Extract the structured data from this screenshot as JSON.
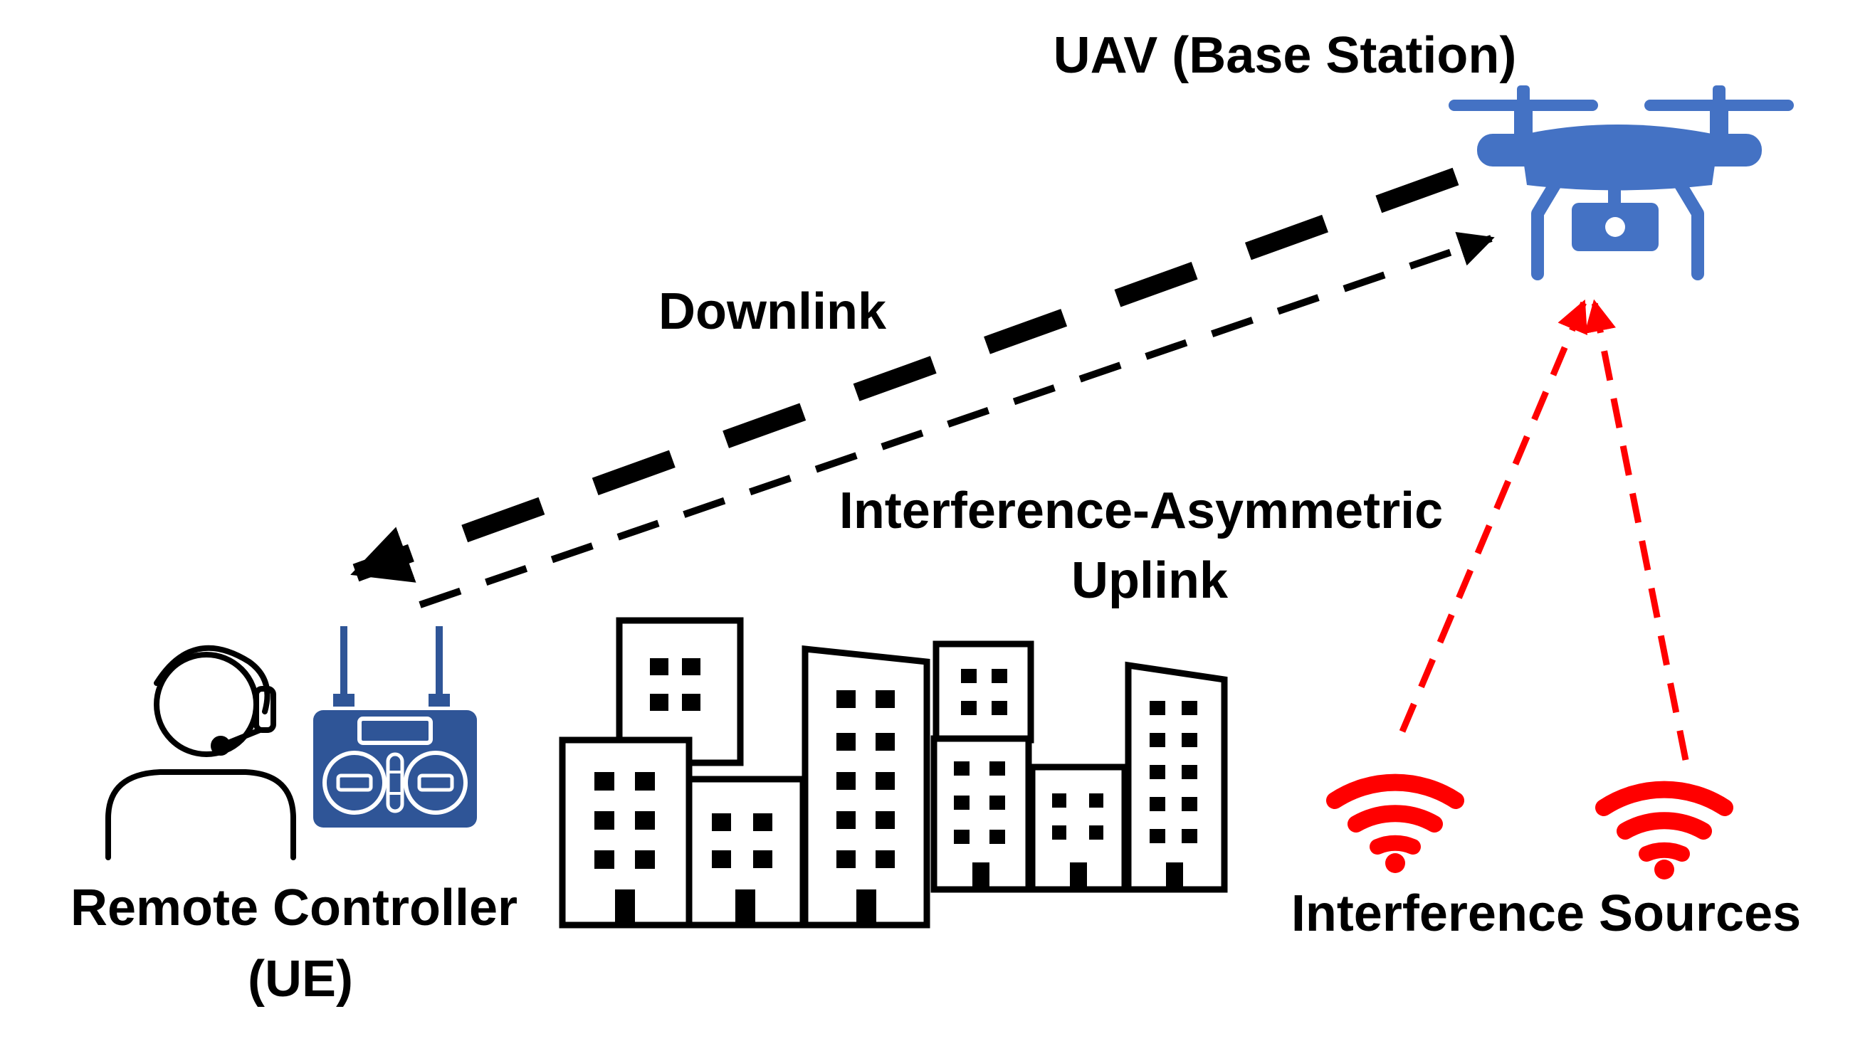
{
  "labels": {
    "uav": "UAV (Base Station)",
    "downlink": "Downlink",
    "uplink_line1": "Interference-Asymmetric",
    "uplink_line2": "Uplink",
    "controller_line1": "Remote Controller",
    "controller_line2": "(UE)",
    "interference": "Interference Sources"
  },
  "colors": {
    "uav": "#4472C4",
    "controller": "#2F5597",
    "interference": "#FF0000",
    "link": "#000000"
  },
  "icons": [
    "drone-icon",
    "operator-headset-icon",
    "remote-controller-icon",
    "city-buildings-icon",
    "wifi-signal-icon"
  ]
}
